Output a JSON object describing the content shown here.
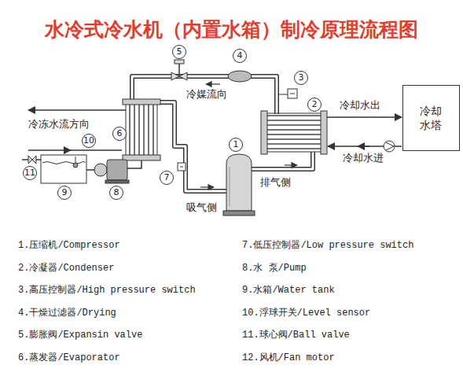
{
  "diagram": {
    "title": "水冷式冷水机（内置水箱）制冷原理流程图",
    "nodes": [
      {
        "text": [
          "冷却 水塔"
        ]
      }
    ],
    "labels": [
      "5",
      "4",
      "冷媒流向",
      "3",
      "2",
      "冷却水出",
      "冷冻水流方向",
      "6",
      "10",
      "1",
      "冷却水进",
      "11",
      "7",
      "排气侧",
      "9",
      "8",
      "吸气侧",
      "1.压缩机/Compressor",
      "2.冷凝器/Condenser",
      "3.高压控制器/High pressure switch",
      "4.干燥过滤器/Drying",
      "5.膨胀阀/Expansin valve",
      "6.蒸发器/Evaporator",
      "7.低压控制器/Low pressure switch",
      "8.水 泵/Pump",
      "9.水箱/Water tank",
      "10.浮球开关/Level sensor",
      "11.球心阀/Ball valve",
      "12.风机/Fan motor"
    ]
  }
}
